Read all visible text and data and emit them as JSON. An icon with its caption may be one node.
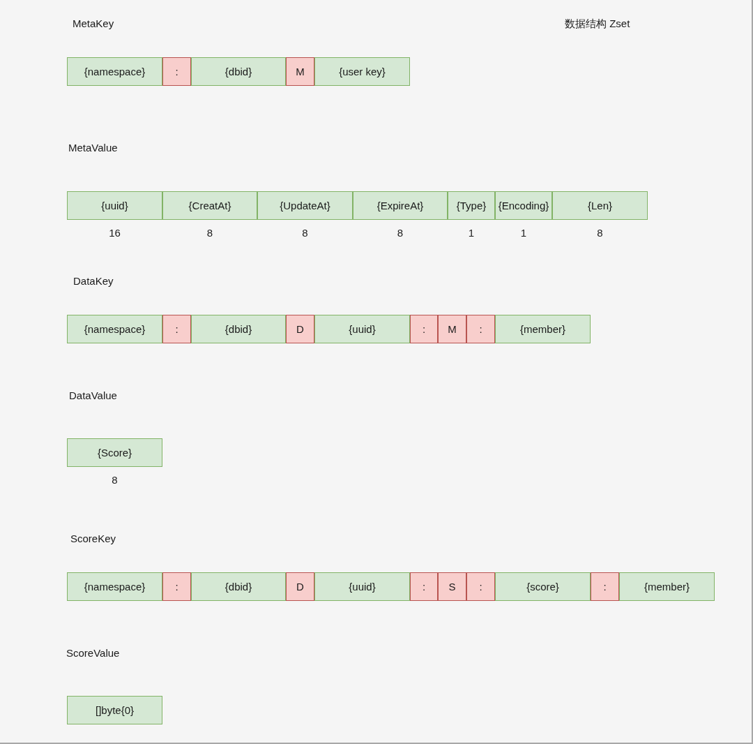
{
  "diagram": {
    "title": "数据结构 Zset",
    "nodes": [
      {
        "text": [
          "{namespace}"
        ]
      },
      {
        "text": [
          ":"
        ]
      },
      {
        "text": [
          "{dbid}"
        ]
      },
      {
        "text": [
          "M"
        ]
      },
      {
        "text": [
          "{user key}"
        ]
      },
      {
        "text": [
          "{uuid}"
        ],
        "beside": [
          "16"
        ]
      },
      {
        "text": [
          "{CreatAt}"
        ],
        "beside": [
          "8"
        ]
      },
      {
        "text": [
          "{UpdateAt}"
        ],
        "beside": [
          "8"
        ]
      },
      {
        "text": [
          "{ExpireAt}"
        ],
        "beside": [
          "8"
        ]
      },
      {
        "text": [
          "{Type}"
        ],
        "beside": [
          "1"
        ]
      },
      {
        "text": [
          "{Encoding}"
        ],
        "beside": [
          "1"
        ]
      },
      {
        "text": [
          "{Len}"
        ],
        "beside": [
          "8"
        ]
      },
      {
        "text": [
          "{namespace}"
        ]
      },
      {
        "text": [
          ":"
        ]
      },
      {
        "text": [
          "{dbid}"
        ]
      },
      {
        "text": [
          "D"
        ]
      },
      {
        "text": [
          "{uuid}"
        ]
      },
      {
        "text": [
          ":"
        ]
      },
      {
        "text": [
          "M"
        ]
      },
      {
        "text": [
          ":"
        ]
      },
      {
        "text": [
          "{member}"
        ]
      },
      {
        "text": [
          "{Score}"
        ],
        "beside": [
          "8"
        ]
      },
      {
        "text": [
          "{namespace}"
        ]
      },
      {
        "text": [
          ":"
        ]
      },
      {
        "text": [
          "{dbid}"
        ]
      },
      {
        "text": [
          "D"
        ]
      },
      {
        "text": [
          "{uuid}"
        ]
      },
      {
        "text": [
          ":"
        ]
      },
      {
        "text": [
          "S"
        ]
      },
      {
        "text": [
          ":"
        ]
      },
      {
        "text": [
          "{score}"
        ]
      },
      {
        "text": [
          ":"
        ]
      },
      {
        "text": [
          "{member}"
        ]
      },
      {
        "text": [
          "[]byte{0}"
        ]
      }
    ],
    "labels": [
      "MetaKey",
      "MetaValue",
      "DataKey",
      "DataValue",
      "ScoreKey",
      "ScoreValue"
    ]
  }
}
